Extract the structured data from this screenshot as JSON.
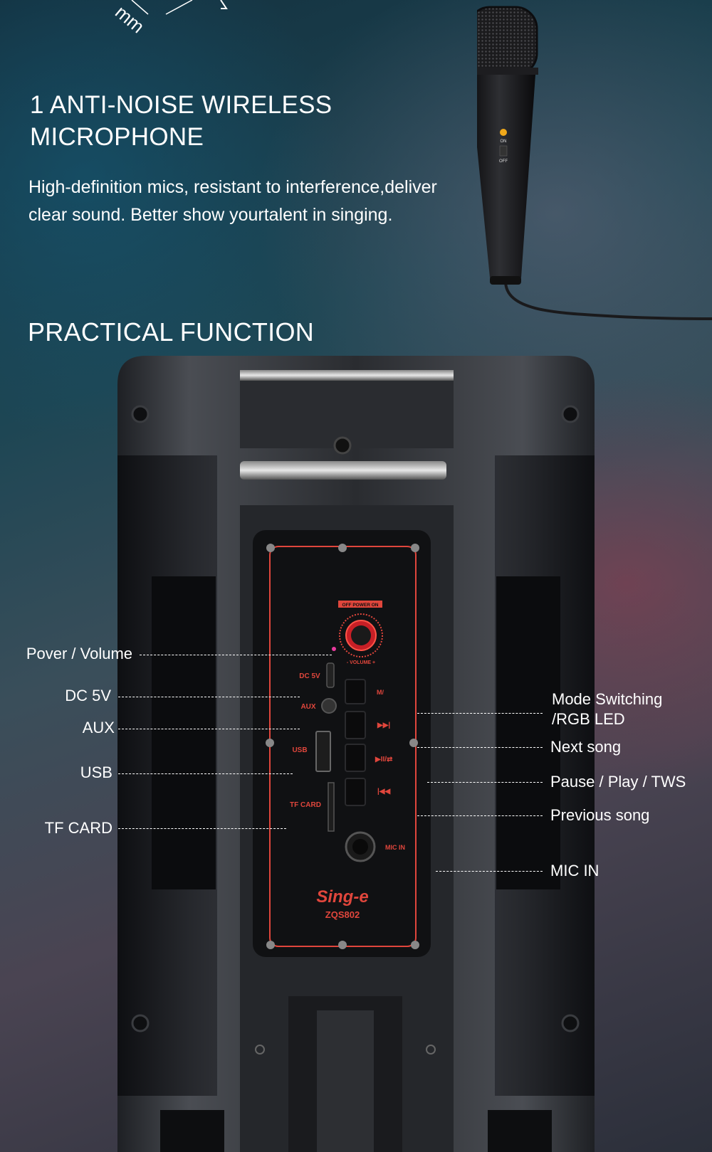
{
  "heading_mic": "1 ANTI-NOISE WIRELESS MICROPHONE",
  "mic_description": "High-definition mics, resistant to interference,deliver clear sound. Better show yourtalent in singing.",
  "heading_function": "PRACTICAL FUNCTION",
  "labels": {
    "power_volume": "Pover / Volume",
    "dc5v": "DC 5V",
    "aux": "AUX",
    "usb": "USB",
    "tf_card": "TF CARD",
    "mode_switching": "Mode Switching /RGB LED",
    "next_song": "Next song",
    "pause_play": "Pause / Play / TWS",
    "previous_song": "Previous song",
    "mic_in": "MIC IN"
  },
  "panel": {
    "power_label": "OFF POWER ON",
    "volume_label": "- VOLUME +",
    "dc5v": "DC 5V",
    "aux": "AUX",
    "usb": "USB",
    "tf_card": "TF CARD",
    "mode": "M/",
    "mic_in": "MIC IN",
    "brand": "Sing-e",
    "model": "ZQS802"
  },
  "mic_switch": {
    "on": "ON",
    "off": "OFF"
  },
  "top_decoration": "mm",
  "colors": {
    "accent": "#e0463c",
    "text": "#ffffff"
  }
}
